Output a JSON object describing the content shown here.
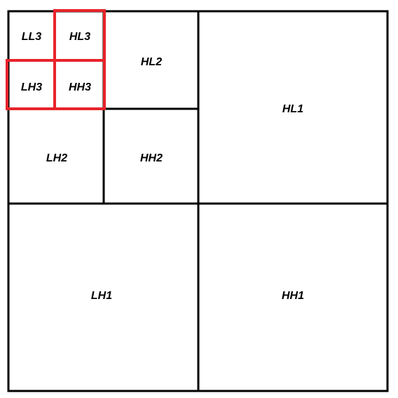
{
  "diagram": {
    "subbands": [
      {
        "id": "ll3",
        "label": "LL3",
        "level": 3,
        "highlighted": false
      },
      {
        "id": "hl3",
        "label": "HL3",
        "level": 3,
        "highlighted": true
      },
      {
        "id": "lh3",
        "label": "LH3",
        "level": 3,
        "highlighted": true
      },
      {
        "id": "hh3",
        "label": "HH3",
        "level": 3,
        "highlighted": true
      },
      {
        "id": "hl2",
        "label": "HL2",
        "level": 2,
        "highlighted": false
      },
      {
        "id": "lh2",
        "label": "LH2",
        "level": 2,
        "highlighted": false
      },
      {
        "id": "hh2",
        "label": "HH2",
        "level": 2,
        "highlighted": false
      },
      {
        "id": "hl1",
        "label": "HL1",
        "level": 1,
        "highlighted": false
      },
      {
        "id": "lh1",
        "label": "LH1",
        "level": 1,
        "highlighted": false
      },
      {
        "id": "hh1",
        "label": "HH1",
        "level": 1,
        "highlighted": false
      }
    ],
    "colors": {
      "line": "#000000",
      "highlight": "#e8232b",
      "background": "#ffffff"
    }
  }
}
